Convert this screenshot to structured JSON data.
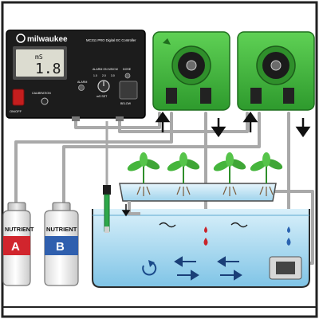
{
  "controller": {
    "brand": "milwaukee",
    "model": "MC311 PRO Digital EC Controller",
    "display_unit": "mS",
    "display_value": "1.8",
    "on_off_label": "ON/OFF",
    "calibration_label": "CALIBRATION",
    "alarm_label": "ALARM",
    "alarm_on_label": "ALARM ON MS/CM",
    "dose_label": "DOSE",
    "below_label": "BELOW",
    "ec_set_label": "mS SET",
    "alarm_scale": [
      "1.0",
      "2.0",
      "3.0"
    ]
  },
  "bottles": [
    {
      "top": "NUTRIENT",
      "letter": "A",
      "band_color": "#d1252d"
    },
    {
      "top": "NUTRIENT",
      "letter": "B",
      "band_color": "#2f5fae"
    }
  ],
  "colors": {
    "pump_green": "#3fb63c",
    "controller_body": "#1c1c1c",
    "water": "#bfe3f3",
    "tube": "#a9a9a9",
    "drop_red": "#c9242b",
    "drop_blue": "#2a63b0"
  }
}
